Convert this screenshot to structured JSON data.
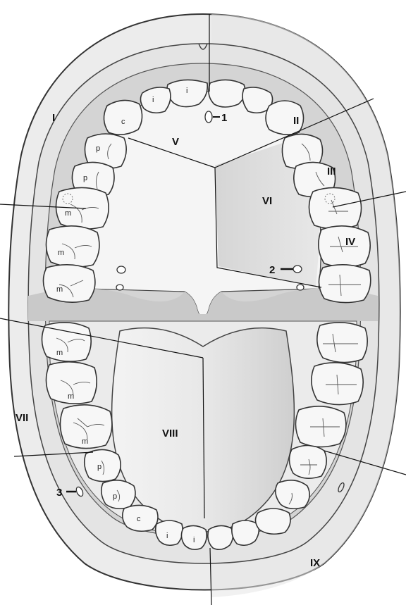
{
  "regions": {
    "r1": "I",
    "r2": "II",
    "r3": "III",
    "r4": "IV",
    "r5": "V",
    "r6": "VI",
    "r7": "VII",
    "r8": "VIII",
    "r9": "IX"
  },
  "markers": {
    "m1": "1",
    "m2": "2",
    "m3": "3"
  },
  "tooth_labels": {
    "incisor": "i",
    "canine": "c",
    "premolar": "p",
    "molar": "m"
  },
  "colors": {
    "outer_face": "#ededed",
    "lip_band": "#e2e2e2",
    "mucosa": "#cfcfcf",
    "palate": "#f4f4f4",
    "palate_shaded": "#d9d9d9",
    "tongue_light": "#efefef",
    "tongue_dark": "#d6d6d6",
    "tooth_fill": "#f7f7f7",
    "outline": "#333333"
  }
}
